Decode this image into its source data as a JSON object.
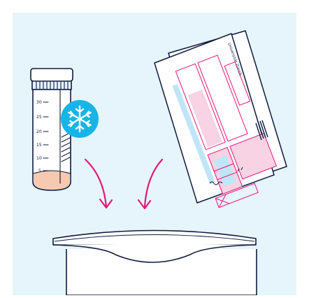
{
  "scene": {
    "background_color": "#e6f4fb",
    "outline_color": "#0f1b3d",
    "accent_color": "#e4187a",
    "snowflake_badge_color": "#18b4e8",
    "specimen_liquid_color": "#f7c9b0",
    "form_pink_fill": "#f7d3e4",
    "form_blue_strip": "#bfe6f6"
  },
  "specimen_container": {
    "scale_marks": [
      "30",
      "25",
      "20",
      "15",
      "10",
      "5"
    ],
    "icon": "snowflake-icon"
  },
  "requisition_form": {
    "header_text": "Universität Zürich"
  },
  "arrows": {
    "icon": "arrow-down-curved-icon"
  },
  "bag": {
    "icon": "ziplock-bag-icon"
  }
}
